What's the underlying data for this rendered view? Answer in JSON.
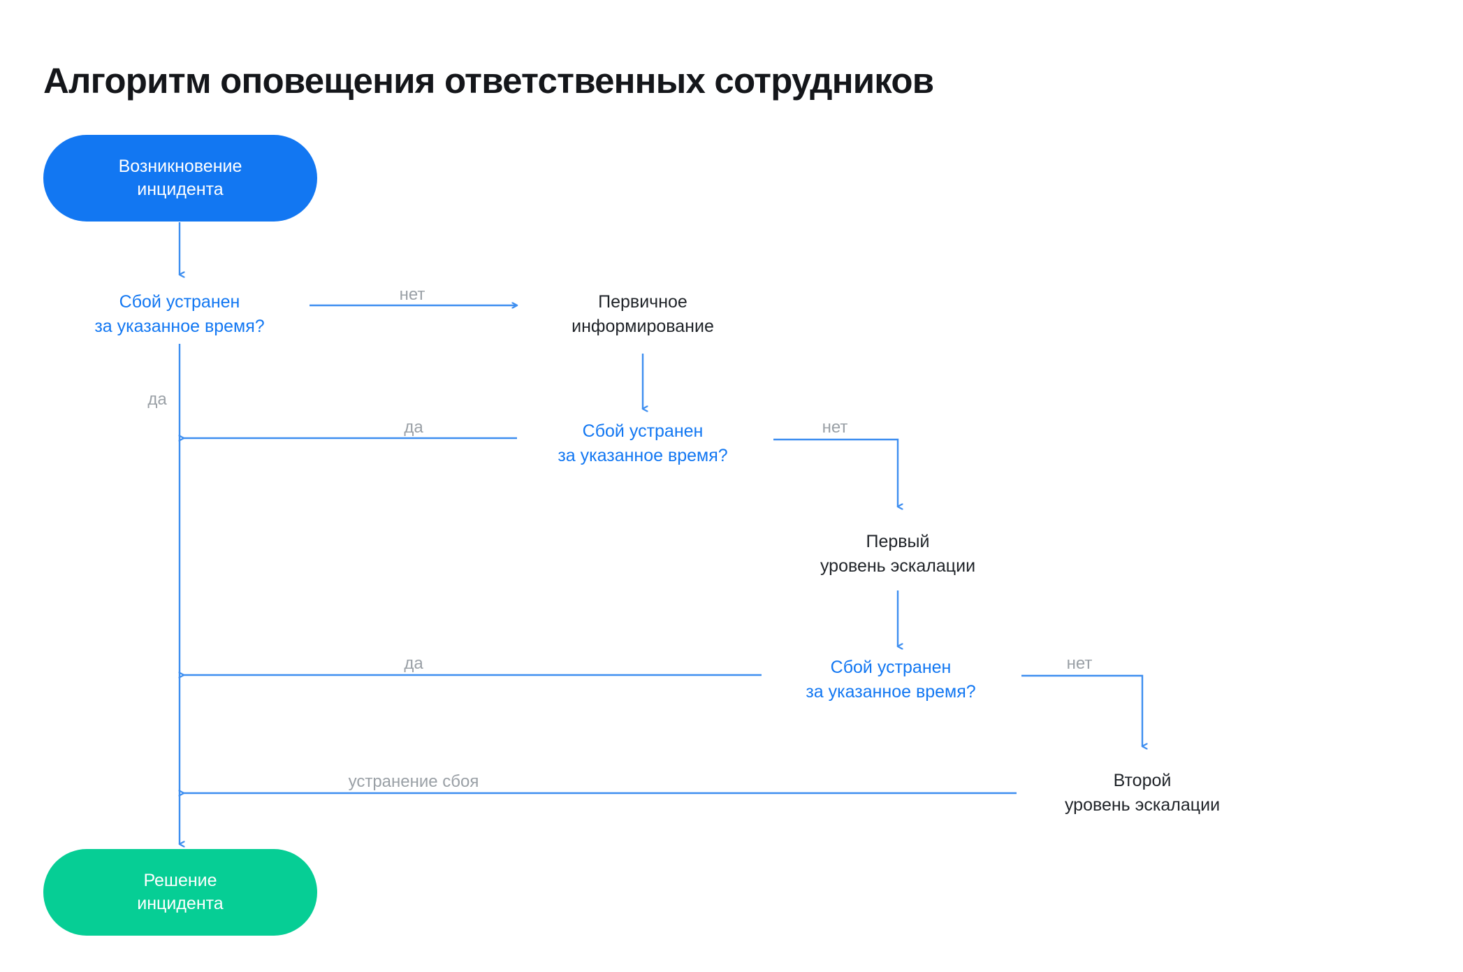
{
  "page": {
    "title": "Алгоритм оповещения ответственных сотрудников",
    "background_color": "#ffffff"
  },
  "colors": {
    "accent_blue": "#1277f2",
    "accent_green": "#06ce95",
    "edge_blue": "#3d8ef0",
    "label_gray": "#9aa0a6",
    "text_dark": "#1f2328",
    "title_black": "#14161a"
  },
  "chart_data": {
    "type": "diagram",
    "diagram_kind": "flowchart",
    "title": "Алгоритм оповещения ответственных сотрудников",
    "nodes": [
      {
        "id": "start",
        "label": "Возникновение\nинцидента",
        "line1": "Возникновение",
        "line2": "инцидента",
        "shape": "pill",
        "fill": "#1277f2",
        "text_color": "#ffffff"
      },
      {
        "id": "decision1",
        "label": "Сбой устранен за указанное время?",
        "line1": "Сбой устранен",
        "line2": "за указанное время?",
        "shape": "text",
        "text_color": "#1277f2"
      },
      {
        "id": "inform",
        "label": "Первичное информирование",
        "line1": "Первичное",
        "line2": "информирование",
        "shape": "text",
        "text_color": "#1f2328"
      },
      {
        "id": "decision2",
        "label": "Сбой устранен за указанное время?",
        "line1": "Сбой устранен",
        "line2": "за указанное время?",
        "shape": "text",
        "text_color": "#1277f2"
      },
      {
        "id": "escal1",
        "label": "Первый уровень эскалации",
        "line1": "Первый",
        "line2": "уровень эскалации",
        "shape": "text",
        "text_color": "#1f2328"
      },
      {
        "id": "decision3",
        "label": "Сбой устранен за указанное время?",
        "line1": "Сбой устранен",
        "line2": "за указанное время?",
        "shape": "text",
        "text_color": "#1277f2"
      },
      {
        "id": "escal2",
        "label": "Второй уровень эскалации",
        "line1": "Второй",
        "line2": "уровень эскалации",
        "shape": "text",
        "text_color": "#1f2328"
      },
      {
        "id": "end",
        "label": "Решение\nинцидента",
        "line1": "Решение",
        "line2": "инцидента",
        "shape": "pill",
        "fill": "#06ce95",
        "text_color": "#ffffff"
      }
    ],
    "edges": [
      {
        "from": "start",
        "to": "decision1",
        "label": "",
        "direction": "down"
      },
      {
        "from": "decision1",
        "to": "inform",
        "label": "нет",
        "direction": "right"
      },
      {
        "from": "inform",
        "to": "decision2",
        "label": "",
        "direction": "down"
      },
      {
        "from": "decision2",
        "to": "trunk",
        "label": "да",
        "direction": "left"
      },
      {
        "from": "decision2",
        "to": "escal1",
        "label": "нет",
        "direction": "right-down"
      },
      {
        "from": "escal1",
        "to": "decision3",
        "label": "",
        "direction": "down"
      },
      {
        "from": "decision3",
        "to": "trunk",
        "label": "да",
        "direction": "left"
      },
      {
        "from": "decision3",
        "to": "escal2",
        "label": "нет",
        "direction": "right-down"
      },
      {
        "from": "escal2",
        "to": "trunk",
        "label": "устранение сбоя",
        "direction": "left"
      },
      {
        "from": "decision1",
        "to": "end",
        "label": "да",
        "direction": "down"
      }
    ],
    "edge_labels": [
      "нет",
      "да",
      "да",
      "нет",
      "да",
      "нет",
      "устранение сбоя"
    ]
  },
  "nodes": {
    "start": {
      "line1": "Возникновение",
      "line2": "инцидента"
    },
    "decision1": {
      "line1": "Сбой устранен",
      "line2": "за указанное время?"
    },
    "inform": {
      "line1": "Первичное",
      "line2": "информирование"
    },
    "decision2": {
      "line1": "Сбой устранен",
      "line2": "за указанное время?"
    },
    "escal1": {
      "line1": "Первый",
      "line2": "уровень эскалации"
    },
    "decision3": {
      "line1": "Сбой устранен",
      "line2": "за указанное время?"
    },
    "escal2": {
      "line1": "Второй",
      "line2": "уровень эскалации"
    },
    "end": {
      "line1": "Решение",
      "line2": "инцидента"
    }
  },
  "labels": {
    "no1": "нет",
    "yes_trunk": "да",
    "yes2": "да",
    "no2": "нет",
    "yes3": "да",
    "no3": "нет",
    "resolution": "устранение сбоя"
  }
}
